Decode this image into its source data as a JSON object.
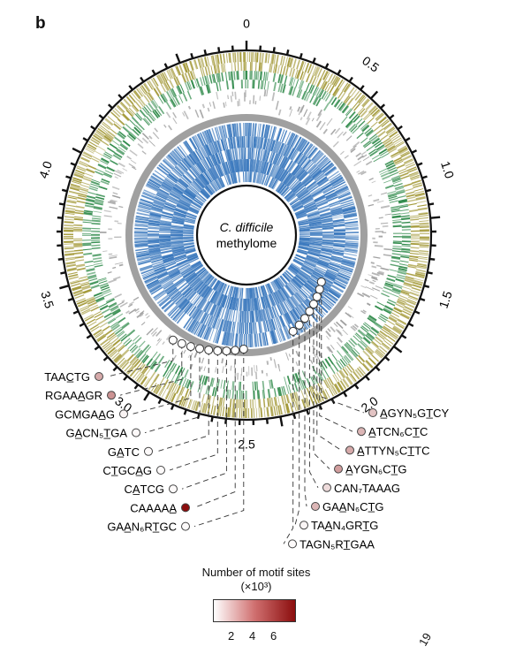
{
  "panel_label": "b",
  "center": {
    "line1": "C. difficile",
    "line2": "methylome"
  },
  "position_labels": [
    "0",
    "0.5",
    "1.0",
    "1.5",
    "2.0",
    "2.5",
    "3.0",
    "3.5",
    "4.0"
  ],
  "motifs_left": [
    {
      "text": "TAAC̲TG",
      "level": 0.35
    },
    {
      "text": "RGAAA̲GR",
      "level": 0.45
    },
    {
      "text": "GCMGAA̲G",
      "level": 0.05
    },
    {
      "text": "GA̲CN₅T̲GA",
      "level": 0.03
    },
    {
      "text": "GA̲TC",
      "level": 0.02
    },
    {
      "text": "CT̲GCA̲G",
      "level": 0.02
    },
    {
      "text": "CA̲TCG",
      "level": 0.02
    },
    {
      "text": "CAAAAA̲",
      "level": 1.0
    },
    {
      "text": "GAA̲N₆RT̲GC",
      "level": 0.02
    }
  ],
  "motifs_right": [
    {
      "text": "A̲GYN₅GT̲CY",
      "level": 0.25
    },
    {
      "text": "A̲TCN₆CT̲C",
      "level": 0.3
    },
    {
      "text": "A̲TTYN₅CT̲TC",
      "level": 0.35
    },
    {
      "text": "A̲YGN₆CT̲G",
      "level": 0.4
    },
    {
      "text": "CAN₇TAAAG",
      "level": 0.15
    },
    {
      "text": "GAA̲N₆CT̲G",
      "level": 0.3
    },
    {
      "text": "TAA̲N₄GRT̲G",
      "level": 0.04
    },
    {
      "text": "TAGN₅RT̲GAA",
      "level": 0.02
    }
  ],
  "legend": {
    "title_line1": "Number of motif sites",
    "title_line2": "(×10³)",
    "ticks": [
      "2",
      "4",
      "6"
    ],
    "color_low": "#ffffff",
    "color_high": "#8b0d0d"
  },
  "colors": {
    "olive": "#a49a3a",
    "green": "#2f8a4a",
    "gray": "#a0a0a0",
    "blue": "#3a78bd"
  },
  "corner_fragment": "19"
}
